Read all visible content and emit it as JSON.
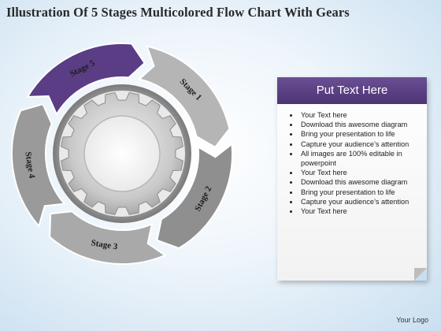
{
  "title": "Illustration Of 5 Stages Multicolored Flow Chart With Gears",
  "stages": [
    {
      "label": "Stage 1",
      "color": "#b5b5b5"
    },
    {
      "label": "Stage 2",
      "color": "#8f8f8f"
    },
    {
      "label": "Stage 3",
      "color": "#a9a9a9"
    },
    {
      "label": "Stage 4",
      "color": "#9a9a9a"
    },
    {
      "label": "Stage 5",
      "color": "#5b3d86"
    }
  ],
  "gear": {
    "color": "#c4c4c4",
    "teeth": 16
  },
  "panel": {
    "header": "Put Text Here",
    "header_color": "#5a3f82",
    "bullets": [
      "Your Text here",
      "Download this awesome diagram",
      "Bring your presentation to life",
      "Capture your audience’s attention",
      "All images are 100% editable in powerpoint",
      "Your Text here",
      "Download this awesome diagram",
      "Bring your presentation to life",
      "Capture your audience’s attention",
      "Your Text here"
    ]
  },
  "logo": "Your Logo"
}
